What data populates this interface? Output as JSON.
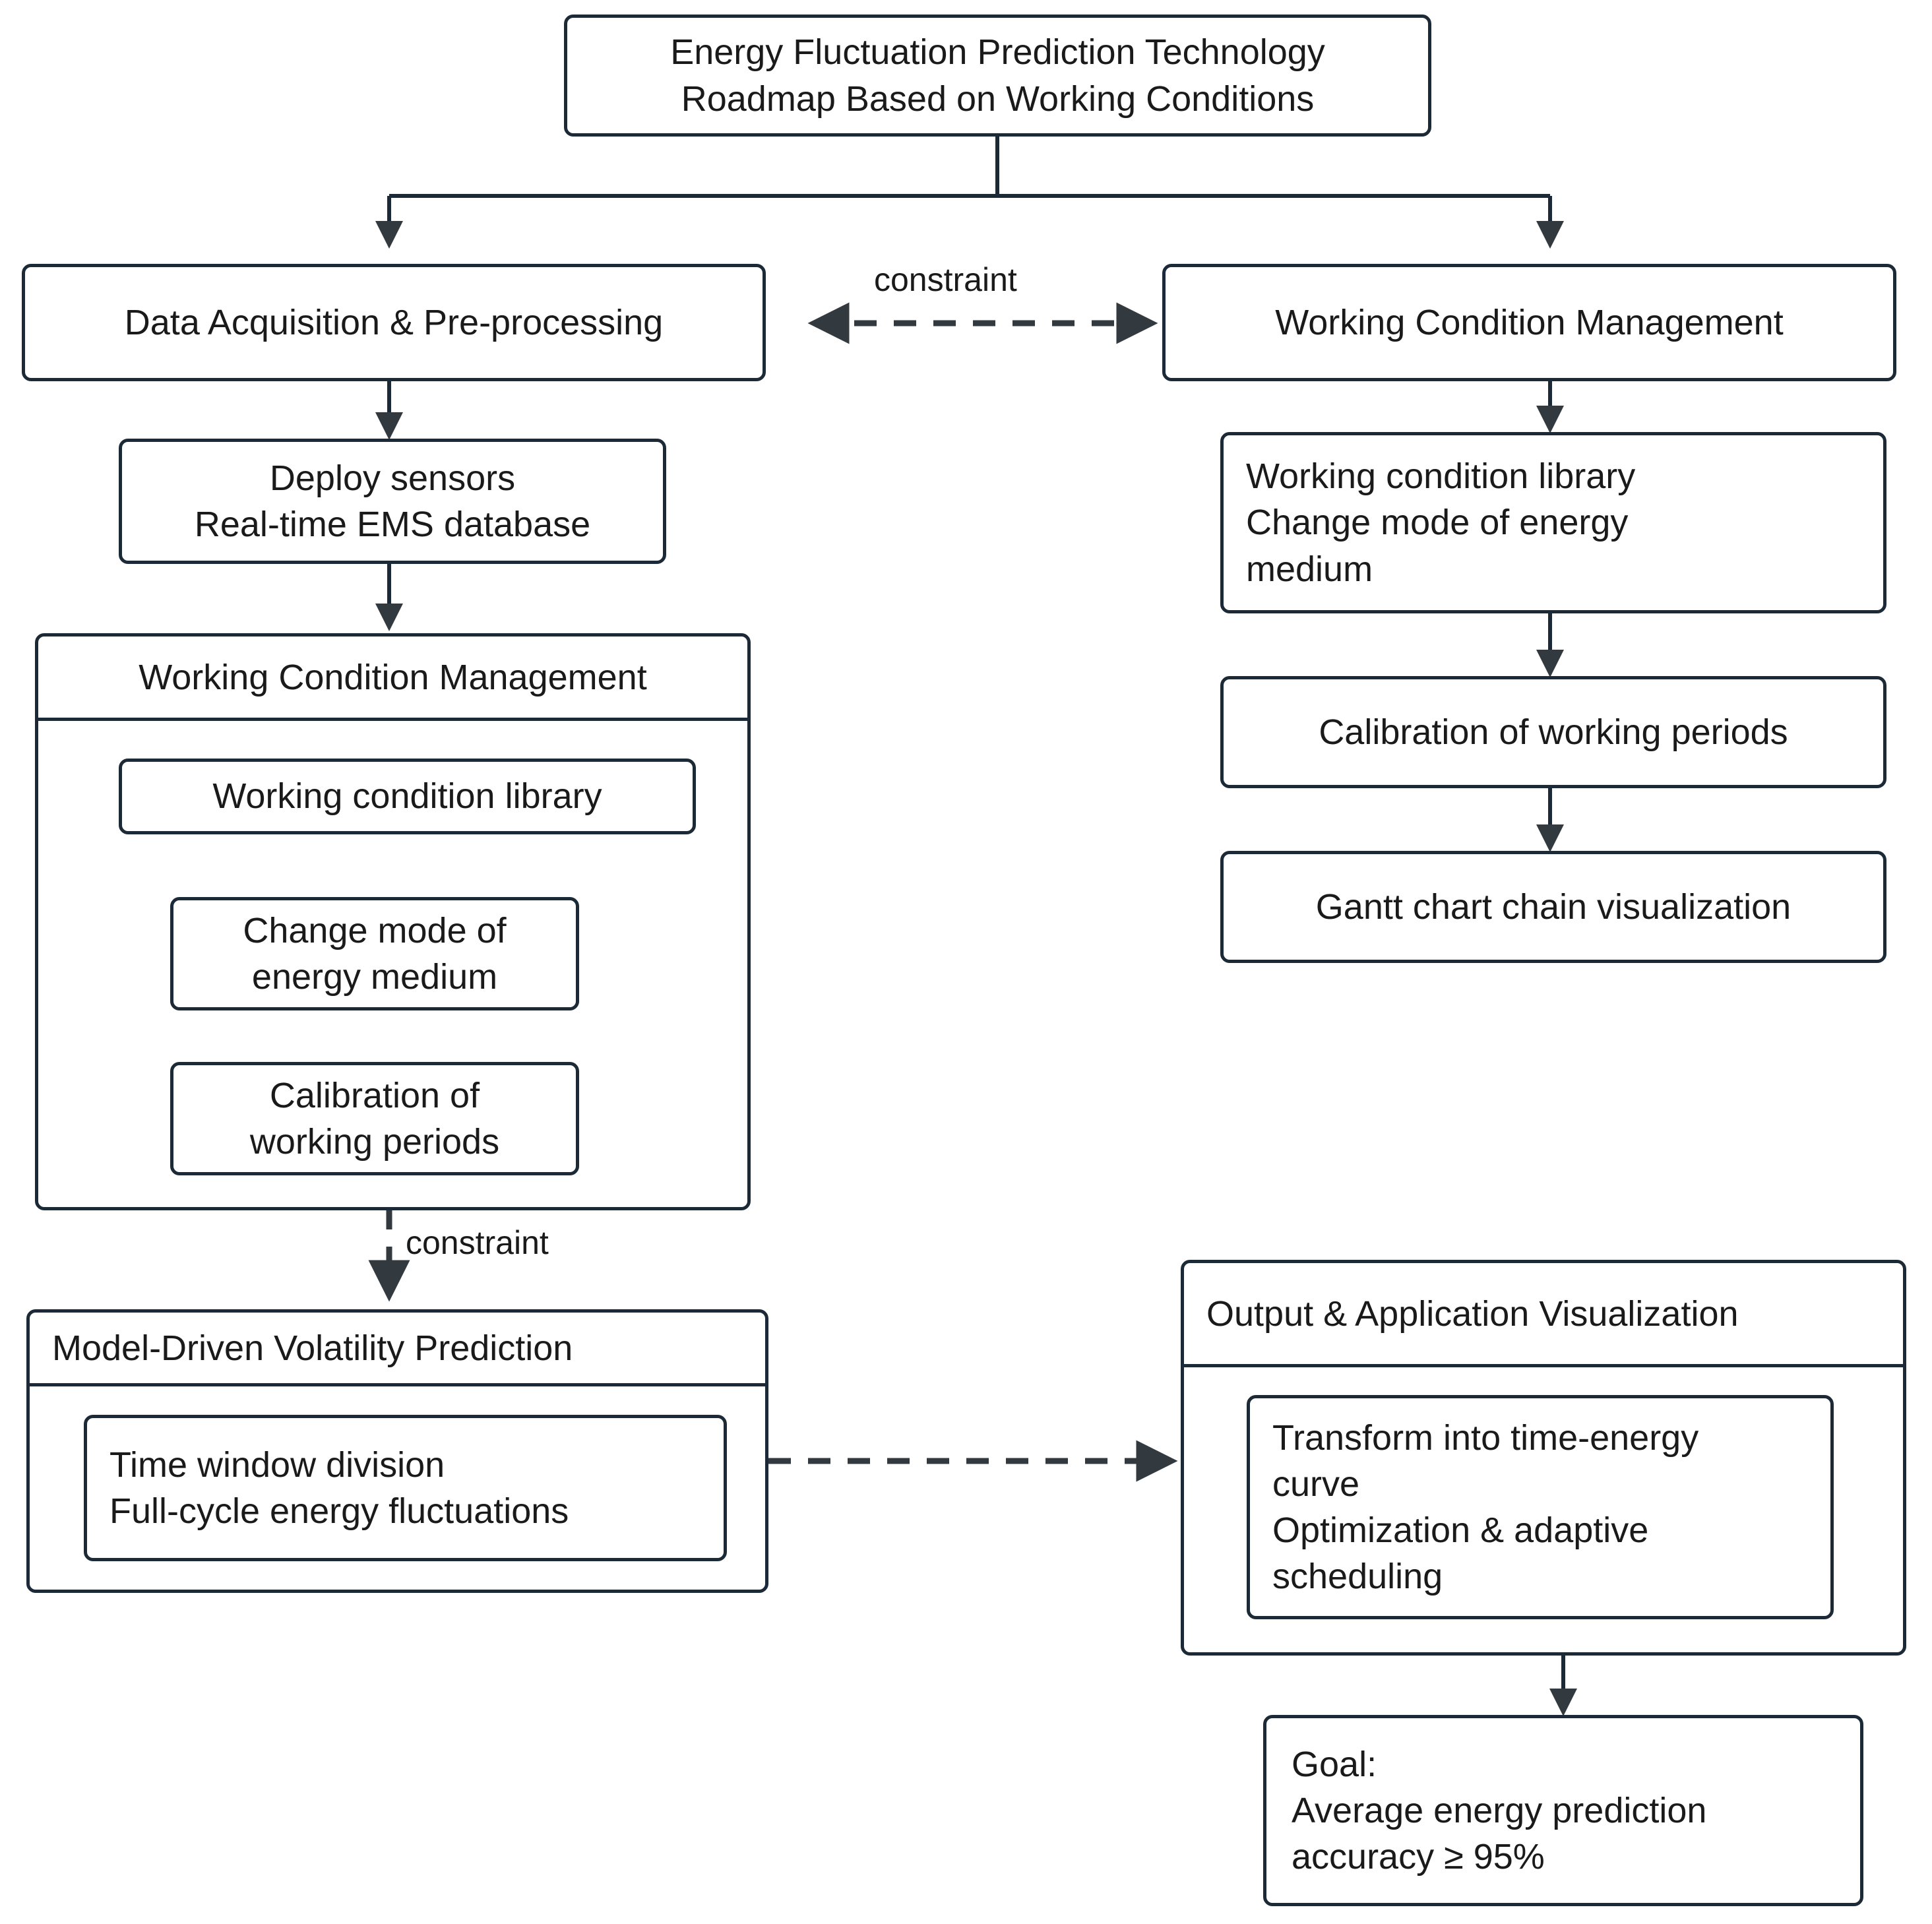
{
  "diagram": {
    "title_box": "Energy Fluctuation Prediction Technology\nRoadmap Based on Working Conditions",
    "nodes": {
      "root": "Energy Fluctuation Prediction Technology\nRoadmap Based on Working Conditions",
      "data_acquisition": "Data Acquisition & Pre-processing",
      "working_condition_management_top": "Working Condition Management",
      "deploy_sensors": "Deploy sensors\nReal-time EMS database",
      "wcm_container_title": "Working Condition Management",
      "wcm_sub_library": "Working condition library",
      "wcm_sub_change_mode": "Change mode of\nenergy medium",
      "wcm_sub_calibration": "Calibration of\nworking periods",
      "right_library_change": "Working condition library\nChange mode of energy\nmedium",
      "right_calibration": "Calibration of working periods",
      "right_gantt": "Gantt chart chain visualization",
      "model_container_title": "Model-Driven Volatility Prediction",
      "model_sub": "Time window division\nFull-cycle energy fluctuations",
      "output_container_title": "Output & Application Visualization",
      "output_sub": "Transform into time-energy\ncurve\nOptimization & adaptive\nscheduling",
      "goal": "Goal:\nAverage energy prediction\naccuracy ≥ 95%"
    },
    "edge_labels": {
      "constraint_top": "constraint",
      "constraint_left": "constraint"
    },
    "colors": {
      "border": "#1b2a36",
      "text": "#1a1a1a",
      "background": "#ffffff",
      "arrow": "#333a3f"
    }
  }
}
